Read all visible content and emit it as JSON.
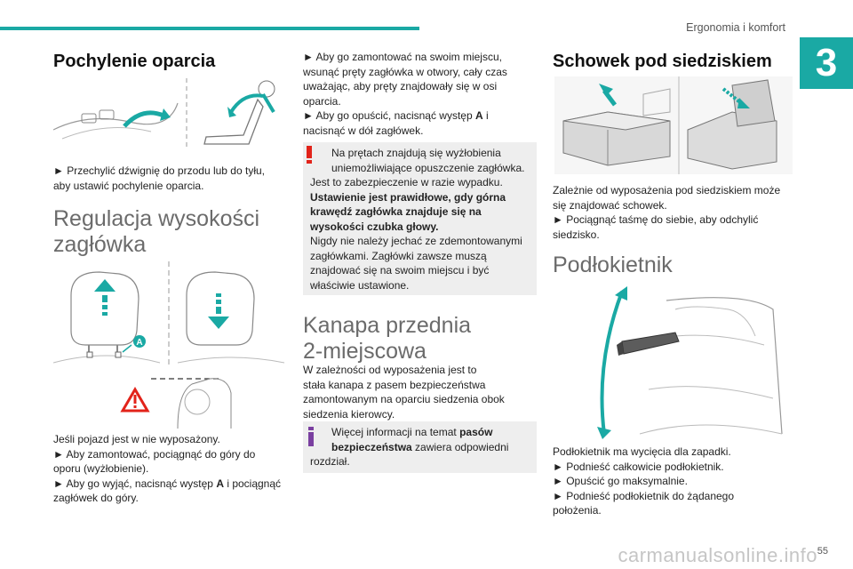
{
  "header": {
    "section": "Ergonomia i komfort",
    "chapter": "3"
  },
  "footer": {
    "page": "55",
    "watermark": "carmanualsonline.info"
  },
  "col1": {
    "title_recline": "Pochylenie oparcia",
    "recline_lines": [
      "► Przechylić dźwignię do przodu lub do tyłu,",
      "aby ustawić pochylenie oparcia."
    ],
    "title_headrest": [
      "Regulacja wysokości",
      "zagłówka"
    ],
    "label_A": "A",
    "headrest_lines": [
      "Jeśli pojazd jest w nie wyposażony.",
      "► Aby zamontować, pociągnąć do góry do",
      "oporu (wyżłobienie).",
      "► Aby go wyjąć, nacisnąć występ",
      "A",
      " i pociągnąć",
      "zagłówek do góry."
    ]
  },
  "col2": {
    "refit_lines": [
      "► Aby go zamontować na swoim miejscu,",
      "wsunąć pręty zagłówka w otwory, cały czas",
      "uważając, aby pręty znajdowały się w osi",
      "oparcia.",
      "► Aby go opuścić, nacisnąć występ",
      "A",
      " i",
      "nacisnąć w dół zagłówek."
    ],
    "warning_lines": [
      "Na prętach znajdują się wyżłobienia",
      "uniemożliwiające opuszczenie zagłówka.",
      "Jest to zabezpieczenie w razie wypadku.",
      "Ustawienie jest prawidłowe, gdy górna",
      "krawędź zagłówka znajduje się na",
      "wysokości czubka głowy.",
      "Nigdy nie należy jechać ze zdemontowanymi",
      "zagłówkami. Zagłówki zawsze muszą",
      "znajdować się na swoim miejscu i być",
      "właściwie ustawione."
    ],
    "title_bench": [
      "Kanapa przednia",
      "2-miejscowa"
    ],
    "bench_lines": [
      "W zależności od wyposażenia jest to",
      "stała kanapa z pasem bezpieczeństwa",
      "zamontowanym na oparciu siedzenia obok",
      "siedzenia kierowcy."
    ],
    "info_lines": [
      "Więcej informacji na temat",
      "pasów",
      "bezpieczeństwa",
      " zawiera odpowiedni",
      "rozdział."
    ]
  },
  "col3": {
    "title_storage": "Schowek pod siedziskiem",
    "storage_lines": [
      "Zależnie od wyposażenia pod siedziskiem może",
      "się znajdować schowek.",
      "► Pociągnąć taśmę do siebie, aby odchylić",
      "siedzisko."
    ],
    "title_armrest": "Podłokietnik",
    "armrest_lines": [
      "Podłokietnik ma wycięcia dla zapadki.",
      "► Podnieść całkowicie podłokietnik.",
      "► Opuścić go maksymalnie.",
      "► Podnieść podłokietnik do żądanego",
      "położenia."
    ]
  },
  "colors": {
    "accent": "#1aa9a4",
    "warning": "#e2231a",
    "info": "#7a3fa0"
  }
}
